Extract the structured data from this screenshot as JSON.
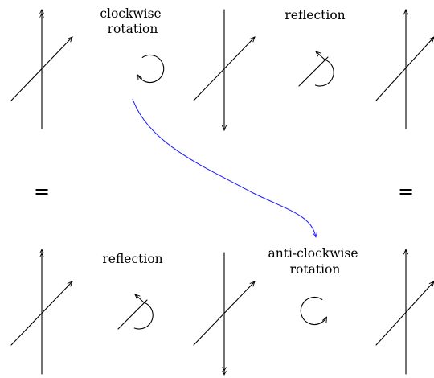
{
  "labels": {
    "top_rotation": [
      "clockwise",
      "rotation"
    ],
    "top_reflection": "reflection",
    "bottom_reflection": "reflection",
    "bottom_rotation": [
      "anti-clockwise",
      "rotation"
    ],
    "equals": "="
  },
  "colors": {
    "stroke": "#000000",
    "connector": "#1a1aff",
    "background": "#ffffff"
  }
}
